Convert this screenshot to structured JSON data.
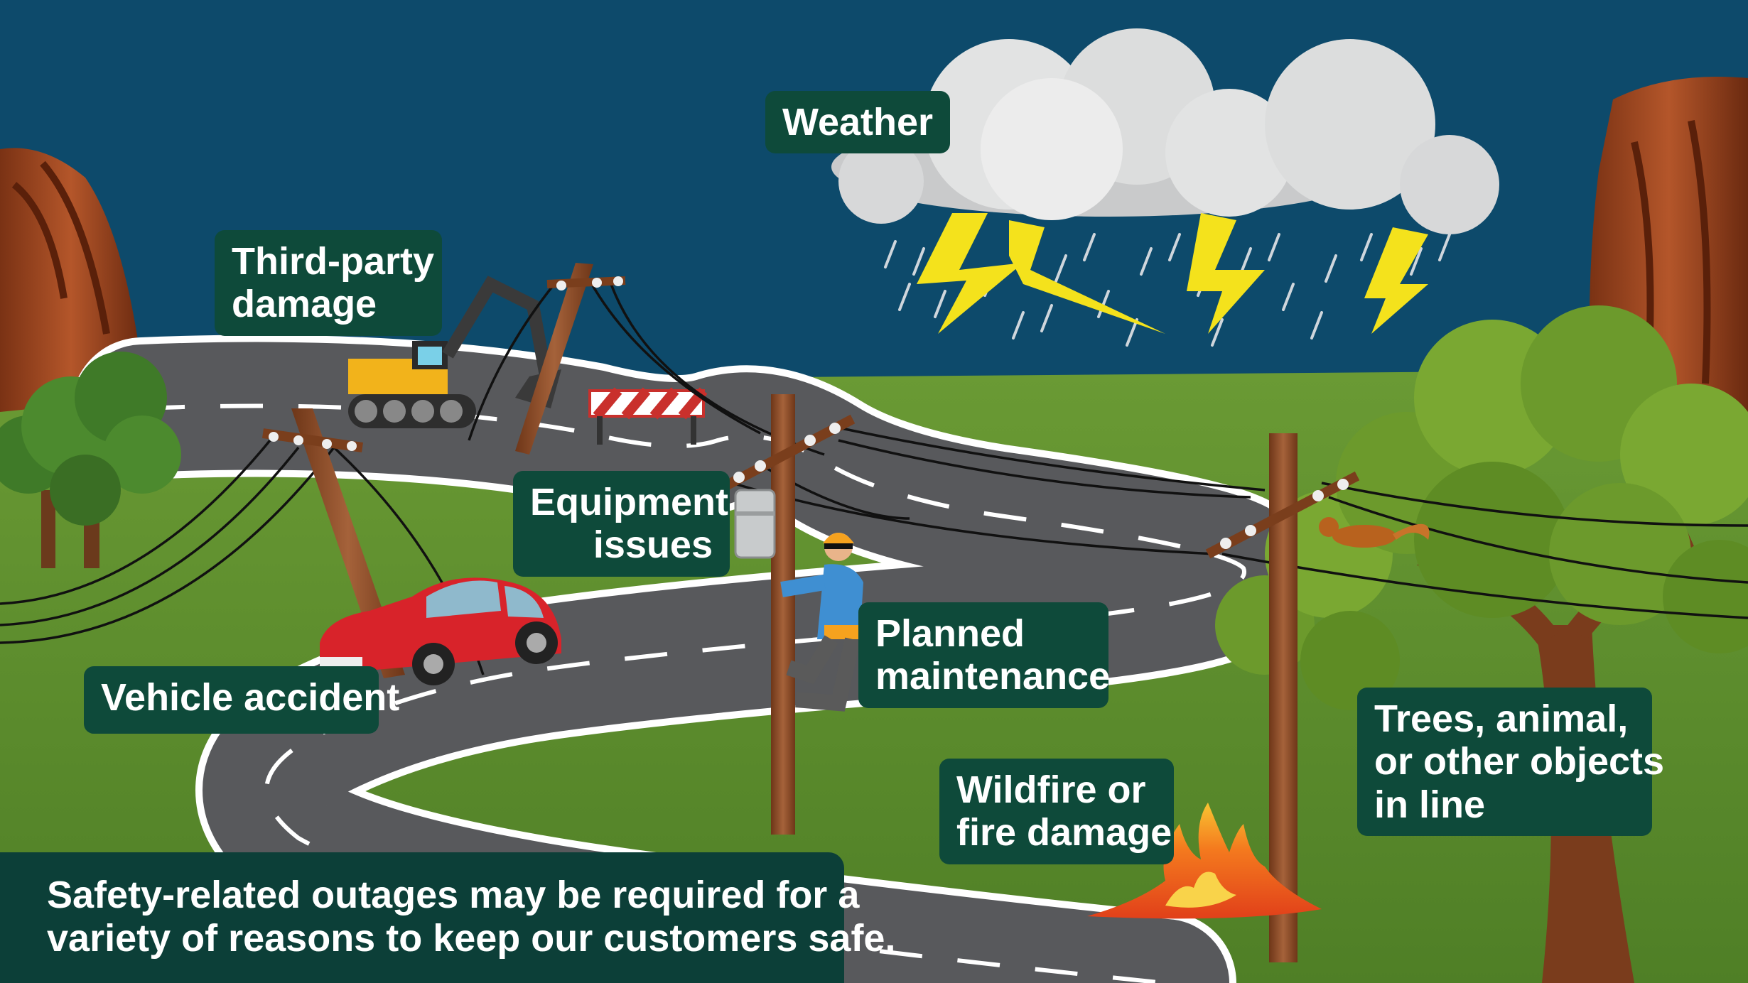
{
  "colors": {
    "sky": "#0d4a6b",
    "grass": "#5f8f2f",
    "label_bg": "#0e4a3a",
    "road": "#595a5e",
    "pole": "#8a4a25",
    "lightning": "#f4e21c"
  },
  "labels": {
    "weather": [
      "Weather"
    ],
    "third_party": [
      "Third-party",
      "damage"
    ],
    "equipment": [
      "Equipment",
      "issues"
    ],
    "planned": [
      "Planned",
      "maintenance"
    ],
    "vehicle": [
      "Vehicle accident"
    ],
    "wildfire": [
      "Wildfire or",
      "fire damage"
    ],
    "trees": [
      "Trees, animal,",
      "or other objects",
      "in line"
    ]
  },
  "footer": [
    "Safety-related outages may be required for a",
    "variety of reasons to keep our customers safe."
  ],
  "icons": [
    "storm-cloud-icon",
    "lightning-icon",
    "excavator-icon",
    "barricade-icon",
    "utility-pole-icon",
    "transformer-icon",
    "line-worker-icon",
    "car-icon",
    "fire-icon",
    "squirrel-icon",
    "tree-icon",
    "rock-cliff-icon"
  ]
}
